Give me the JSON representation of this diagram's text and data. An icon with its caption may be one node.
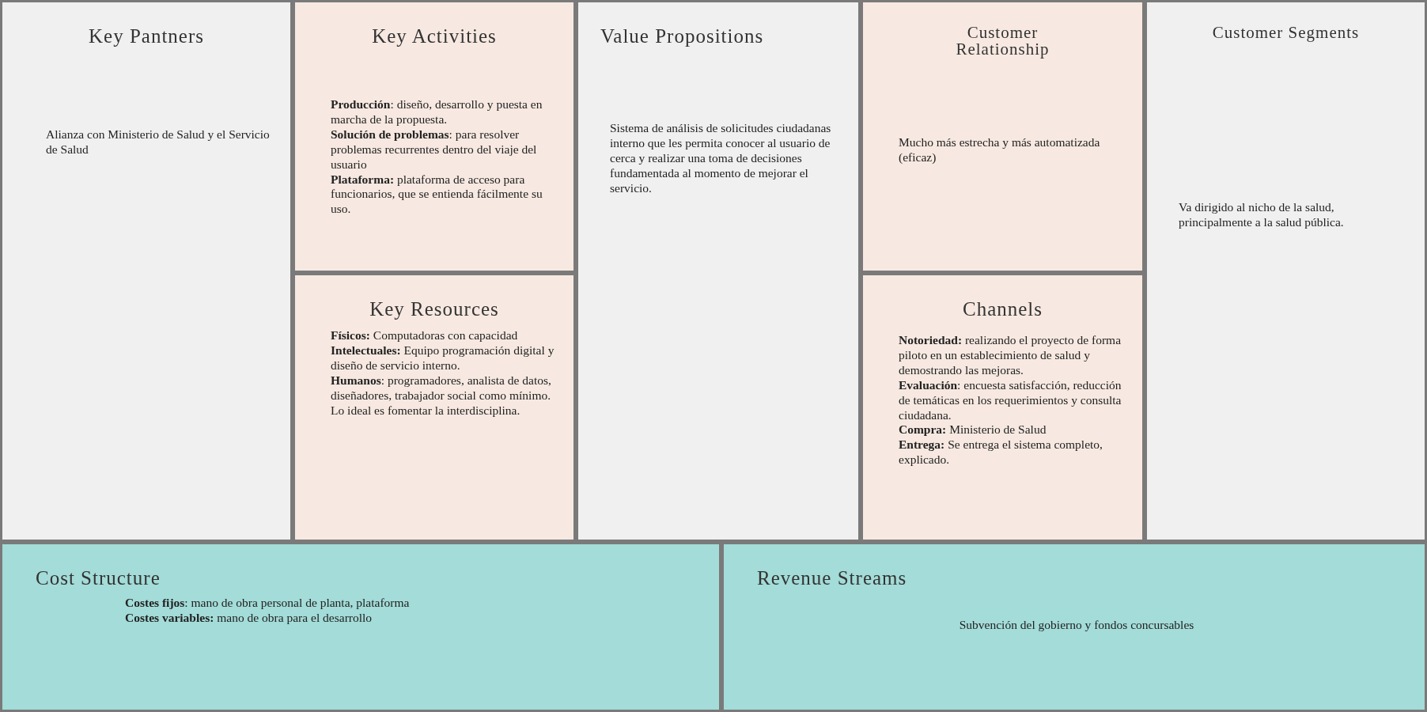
{
  "diagram": {
    "nodes": [
      {
        "text": [
          "Key Pantners",
          "Alianza con Ministerio de Salud y el Servicio de Salud"
        ]
      },
      {
        "text": [
          "Key Activities",
          "**Producción**: diseño, desarrollo y puesta en marcha de la propuesta.",
          "**Solución de problemas**: para resolver problemas recurrentes dentro del viaje del usuario",
          "**Plataforma:** plataforma de acceso para funcionarios, que se entienda fácilmente su uso."
        ]
      },
      {
        "text": [
          "Value Propositions",
          "Sistema de análisis de solicitudes ciudadanas interno que les permita conocer al usuario de cerca y realizar una toma de decisiones fundamentada al momento de mejorar el servicio."
        ]
      },
      {
        "text": [
          "Customer Relationship",
          "Mucho más estrecha y más automatizada (eficaz)"
        ]
      },
      {
        "text": [
          "Customer Segments",
          "Va dirigido al nicho de la salud, principalmente a la salud pública."
        ]
      },
      {
        "text": [
          "Key Resources",
          "**Físicos:** Computadoras con capacidad",
          "**Intelectuales:** Equipo programación digital y diseño de servicio interno.",
          "**Humanos**: programadores, analista de datos, diseñadores, trabajador social como mínimo. Lo ideal es fomentar la interdisciplina."
        ]
      },
      {
        "text": [
          "Channels",
          "**Notoriedad:** realizando el proyecto de forma piloto en un establecimiento de salud y demostrando las mejoras.",
          "**Evaluación**: encuesta satisfacción, reducción de temáticas en los requerimientos y consulta ciudadana.",
          "**Compra:** Ministerio de Salud",
          "**Entrega:** Se entrega el sistema completo, explicado."
        ]
      },
      {
        "text": [
          "Cost Structure",
          "**Costes fijos**: mano de obra personal de planta, plataforma",
          "**Costes variables:** mano de obra para el desarrollo"
        ]
      },
      {
        "text": [
          "Revenue Streams",
          "Subvención del gobierno y fondos concursables"
        ]
      }
    ],
    "edges": []
  }
}
